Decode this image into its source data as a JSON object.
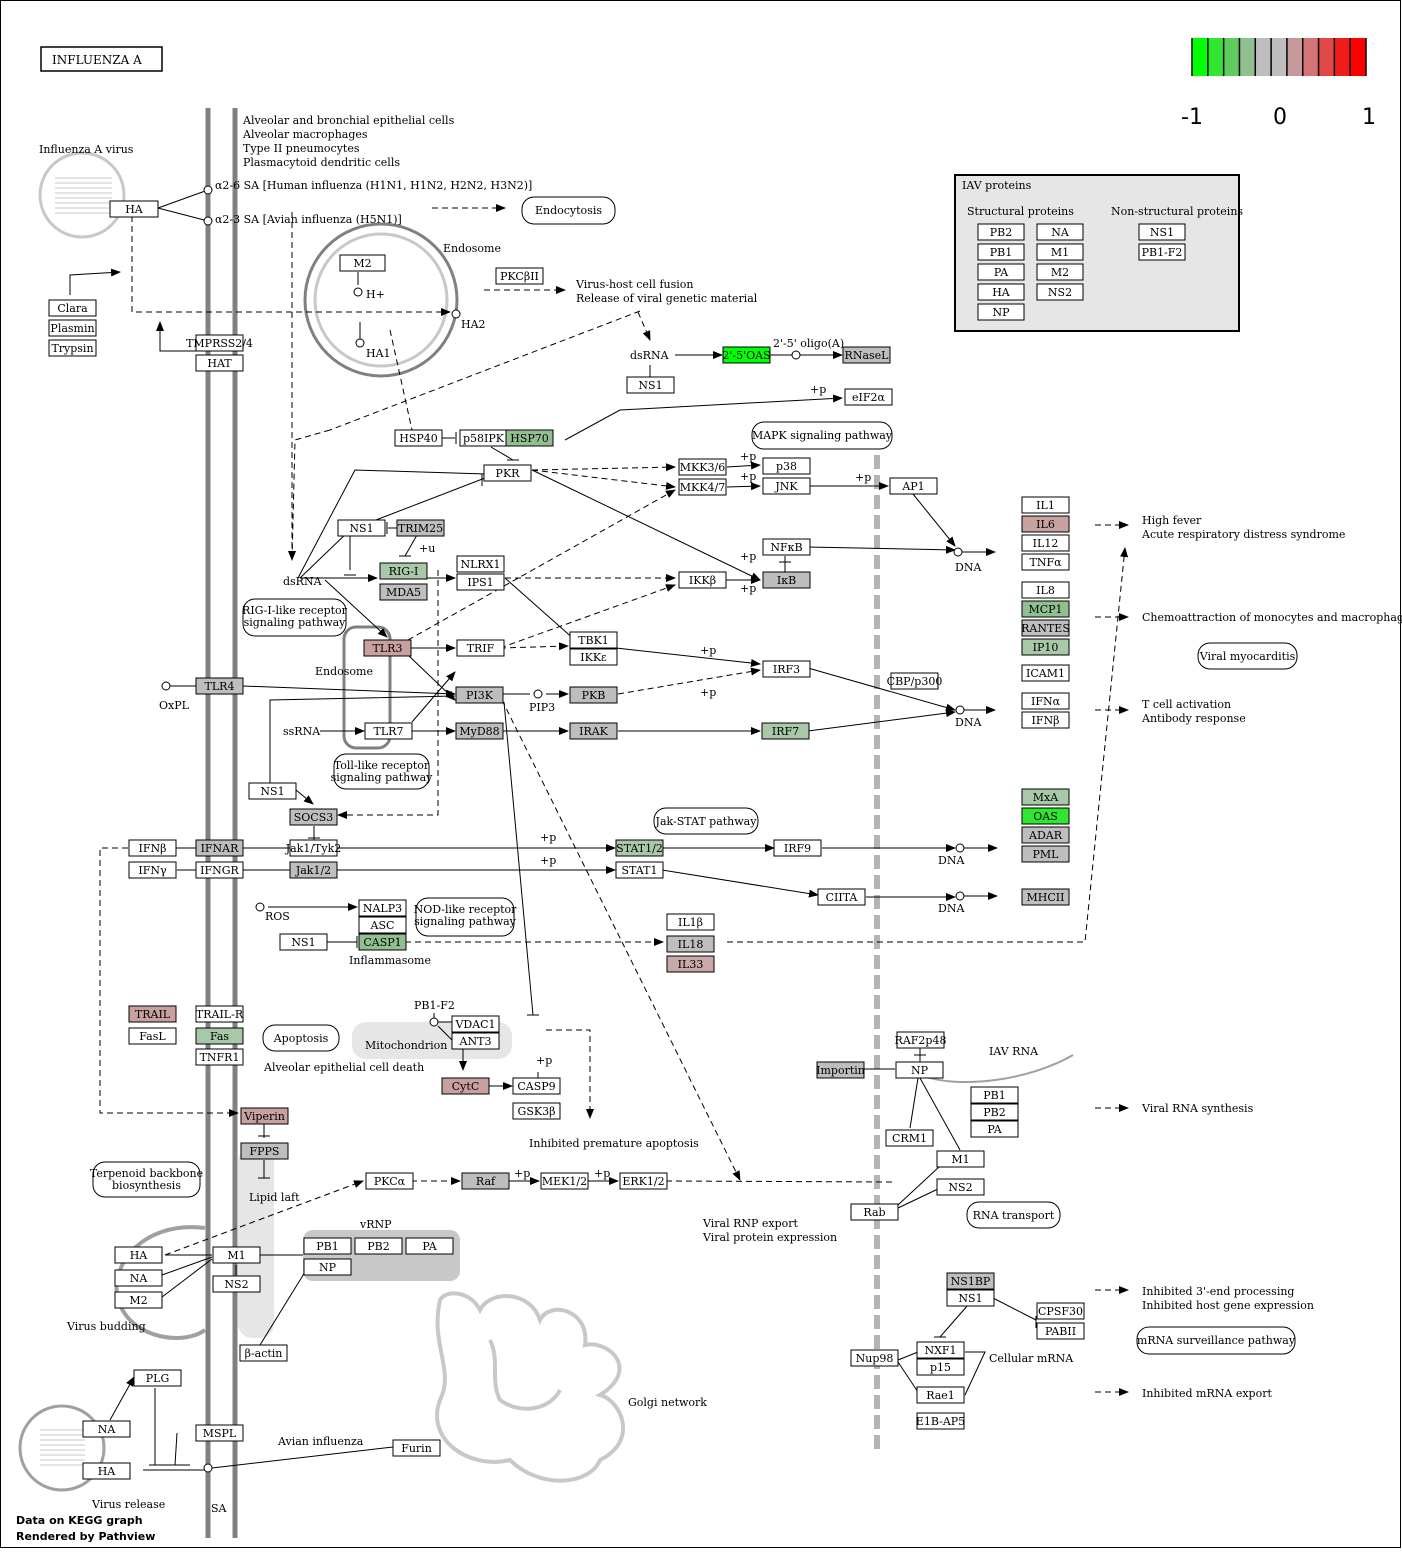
{
  "title": "INFLUENZA A",
  "legend": {
    "colors": [
      "#00ff00",
      "#30e630",
      "#60cc60",
      "#90c090",
      "#bebebe",
      "#bebebe",
      "#c69a9a",
      "#d47474",
      "#e04848",
      "#f01c1c",
      "#ff0000"
    ],
    "labels": [
      "-1",
      "0",
      "1"
    ]
  },
  "iav_box": {
    "title": "IAV proteins",
    "structural_heading": "Structural proteins",
    "nonstructural_heading": "Non-structural proteins",
    "structural": [
      "PB2",
      "PB1",
      "PA",
      "HA",
      "NP",
      "NA",
      "M1",
      "M2",
      "NS2"
    ],
    "nonstructural": [
      "NS1",
      "PB1-F2"
    ]
  },
  "texts": [
    "Influenza A virus",
    "Alveolar and bronchial epithelial cells",
    "Alveolar macrophages",
    "Type II pneumocytes",
    "Plasmacytoid dendritic cells",
    "α2-6 SA  [Human influenza (H1N1, H1N2, H2N2, H3N2)]",
    "α2-3 SA  [Avian influenza (H5N1)]",
    "Endosome",
    "H+",
    "HA2",
    "HA1",
    "Virus-host cell fusion",
    "Release of viral genetic material",
    "dsRNA",
    "2'-5' oligo(A)",
    "+p",
    "+u",
    "dsRNA",
    "Endosome",
    "OxPL",
    "ssRNA",
    "PIP3",
    "DNA",
    "DNA",
    "DNA",
    "DNA",
    "High fever",
    "Acute respiratory distress syndrome",
    "Chemoattraction of monocytes and macrophages",
    "T cell activation",
    "Antibody response",
    "ROS",
    "Inflammasome",
    "PB1-F2",
    "Alveolar epithelial cell death",
    "Inhibited premature apoptosis",
    "IAV RNA",
    "Viral RNA synthesis",
    "Lipid laft",
    "vRNP",
    "Viral RNP export",
    "Viral protein expression",
    "Virus budding",
    "Golgi network",
    "Cellular mRNA",
    "Inhibited 3'-end processing",
    "Inhibited host gene expression",
    "Inhibited mRNA export",
    "Avian influenza",
    "Virus release",
    "SA",
    "Mitochondrion"
  ],
  "pathway_refs": [
    "Endocytosis",
    "MAPK signaling pathway",
    "RIG-I-like receptor signaling pathway",
    "Toll-like receptor signaling pathway",
    "Jak-STAT pathway",
    "NOD-like receptor signaling pathway",
    "Viral myocarditis",
    "Apoptosis",
    "Terpenoid backbone biosynthesis",
    "RNA transport",
    "mRNA surveillance pathway"
  ],
  "nodes": [
    {
      "label": "HA",
      "fill": "#ffffff"
    },
    {
      "label": "Clara",
      "fill": "#ffffff"
    },
    {
      "label": "Plasmin",
      "fill": "#ffffff"
    },
    {
      "label": "Trypsin",
      "fill": "#ffffff"
    },
    {
      "label": "TMPRSS2/4",
      "fill": "#ffffff"
    },
    {
      "label": "HAT",
      "fill": "#ffffff"
    },
    {
      "label": "M2",
      "fill": "#ffffff"
    },
    {
      "label": "PKCβII",
      "fill": "#ffffff"
    },
    {
      "label": "2'-5'OAS",
      "fill": "#00ff00"
    },
    {
      "label": "RNaseL",
      "fill": "#bebebe"
    },
    {
      "label": "NS1",
      "fill": "#ffffff"
    },
    {
      "label": "eIF2α",
      "fill": "#ffffff"
    },
    {
      "label": "HSP40",
      "fill": "#ffffff"
    },
    {
      "label": "p58IPK",
      "fill": "#ffffff"
    },
    {
      "label": "HSP70",
      "fill": "#90c090"
    },
    {
      "label": "PKR",
      "fill": "#ffffff"
    },
    {
      "label": "MKK3/6",
      "fill": "#ffffff"
    },
    {
      "label": "MKK4/7",
      "fill": "#ffffff"
    },
    {
      "label": "p38",
      "fill": "#ffffff"
    },
    {
      "label": "JNK",
      "fill": "#ffffff"
    },
    {
      "label": "AP1",
      "fill": "#ffffff"
    },
    {
      "label": "NS1",
      "fill": "#ffffff"
    },
    {
      "label": "TRIM25",
      "fill": "#bebebe"
    },
    {
      "label": "RIG-I",
      "fill": "#a8c8a8"
    },
    {
      "label": "MDA5",
      "fill": "#bebebe"
    },
    {
      "label": "NLRX1",
      "fill": "#ffffff"
    },
    {
      "label": "IPS1",
      "fill": "#ffffff"
    },
    {
      "label": "IKKβ",
      "fill": "#ffffff"
    },
    {
      "label": "NFκB",
      "fill": "#ffffff"
    },
    {
      "label": "IκB",
      "fill": "#bebebe"
    },
    {
      "label": "IL1",
      "fill": "#ffffff"
    },
    {
      "label": "IL6",
      "fill": "#c8a0a0"
    },
    {
      "label": "IL12",
      "fill": "#ffffff"
    },
    {
      "label": "TNFα",
      "fill": "#ffffff"
    },
    {
      "label": "IL8",
      "fill": "#ffffff"
    },
    {
      "label": "MCP1",
      "fill": "#90c090"
    },
    {
      "label": "RANTES",
      "fill": "#bebebe"
    },
    {
      "label": "IP10",
      "fill": "#a8c8a8"
    },
    {
      "label": "ICAM1",
      "fill": "#ffffff"
    },
    {
      "label": "IFNα",
      "fill": "#ffffff"
    },
    {
      "label": "IFNβ",
      "fill": "#ffffff"
    },
    {
      "label": "TLR3",
      "fill": "#c8a0a0"
    },
    {
      "label": "TRIF",
      "fill": "#ffffff"
    },
    {
      "label": "TBK1",
      "fill": "#ffffff"
    },
    {
      "label": "IKKε",
      "fill": "#ffffff"
    },
    {
      "label": "IRF3",
      "fill": "#ffffff"
    },
    {
      "label": "CBP/p300",
      "fill": "#ffffff"
    },
    {
      "label": "TLR4",
      "fill": "#bebebe"
    },
    {
      "label": "PI3K",
      "fill": "#bebebe"
    },
    {
      "label": "PKB",
      "fill": "#bebebe"
    },
    {
      "label": "TLR7",
      "fill": "#ffffff"
    },
    {
      "label": "MyD88",
      "fill": "#bebebe"
    },
    {
      "label": "IRAK",
      "fill": "#bebebe"
    },
    {
      "label": "IRF7",
      "fill": "#a8c8a8"
    },
    {
      "label": "NS1",
      "fill": "#ffffff"
    },
    {
      "label": "SOCS3",
      "fill": "#bebebe"
    },
    {
      "label": "IFNβ",
      "fill": "#ffffff"
    },
    {
      "label": "IFNAR",
      "fill": "#bebebe"
    },
    {
      "label": "Jak1/Tyk2",
      "fill": "#ffffff"
    },
    {
      "label": "STAT1/2",
      "fill": "#a8c8a8"
    },
    {
      "label": "IRF9",
      "fill": "#ffffff"
    },
    {
      "label": "IFNγ",
      "fill": "#ffffff"
    },
    {
      "label": "IFNGR",
      "fill": "#ffffff"
    },
    {
      "label": "Jak1/2",
      "fill": "#bebebe"
    },
    {
      "label": "STAT1",
      "fill": "#ffffff"
    },
    {
      "label": "CIITA",
      "fill": "#ffffff"
    },
    {
      "label": "MxA",
      "fill": "#a8c8a8"
    },
    {
      "label": "OAS",
      "fill": "#30e630"
    },
    {
      "label": "ADAR",
      "fill": "#bebebe"
    },
    {
      "label": "PML",
      "fill": "#bebebe"
    },
    {
      "label": "MHCII",
      "fill": "#bebebe"
    },
    {
      "label": "NALP3",
      "fill": "#ffffff"
    },
    {
      "label": "ASC",
      "fill": "#ffffff"
    },
    {
      "label": "NS1",
      "fill": "#ffffff"
    },
    {
      "label": "CASP1",
      "fill": "#90c090"
    },
    {
      "label": "IL1β",
      "fill": "#ffffff"
    },
    {
      "label": "IL18",
      "fill": "#bebebe"
    },
    {
      "label": "IL33",
      "fill": "#c8a8a8"
    },
    {
      "label": "TRAIL",
      "fill": "#c8a0a0"
    },
    {
      "label": "TRAIL-R",
      "fill": "#ffffff"
    },
    {
      "label": "FasL",
      "fill": "#ffffff"
    },
    {
      "label": "Fas",
      "fill": "#a8c8a8"
    },
    {
      "label": "TNFR1",
      "fill": "#ffffff"
    },
    {
      "label": "VDAC1",
      "fill": "#ffffff"
    },
    {
      "label": "ANT3",
      "fill": "#ffffff"
    },
    {
      "label": "CytC",
      "fill": "#c8a0a0"
    },
    {
      "label": "CASP9",
      "fill": "#ffffff"
    },
    {
      "label": "GSK3β",
      "fill": "#ffffff"
    },
    {
      "label": "RAF2p48",
      "fill": "#ffffff"
    },
    {
      "label": "Importin",
      "fill": "#bebebe"
    },
    {
      "label": "NP",
      "fill": "#ffffff"
    },
    {
      "label": "PB1",
      "fill": "#ffffff"
    },
    {
      "label": "PB2",
      "fill": "#ffffff"
    },
    {
      "label": "PA",
      "fill": "#ffffff"
    },
    {
      "label": "CRM1",
      "fill": "#ffffff"
    },
    {
      "label": "M1",
      "fill": "#ffffff"
    },
    {
      "label": "NS2",
      "fill": "#ffffff"
    },
    {
      "label": "Rab",
      "fill": "#ffffff"
    },
    {
      "label": "Viperin",
      "fill": "#c8a0a0"
    },
    {
      "label": "FPPS",
      "fill": "#bebebe"
    },
    {
      "label": "PKCα",
      "fill": "#ffffff"
    },
    {
      "label": "Raf",
      "fill": "#bebebe"
    },
    {
      "label": "MEK1/2",
      "fill": "#ffffff"
    },
    {
      "label": "ERK1/2",
      "fill": "#ffffff"
    },
    {
      "label": "HA",
      "fill": "#ffffff"
    },
    {
      "label": "NA",
      "fill": "#ffffff"
    },
    {
      "label": "M2",
      "fill": "#ffffff"
    },
    {
      "label": "M1",
      "fill": "#ffffff"
    },
    {
      "label": "NS2",
      "fill": "#ffffff"
    },
    {
      "label": "PB1",
      "fill": "#ffffff"
    },
    {
      "label": "PB2",
      "fill": "#ffffff"
    },
    {
      "label": "PA",
      "fill": "#ffffff"
    },
    {
      "label": "NP",
      "fill": "#ffffff"
    },
    {
      "label": "β-actin",
      "fill": "#ffffff"
    },
    {
      "label": "NS1BP",
      "fill": "#bebebe"
    },
    {
      "label": "NS1",
      "fill": "#ffffff"
    },
    {
      "label": "CPSF30",
      "fill": "#ffffff"
    },
    {
      "label": "PABII",
      "fill": "#ffffff"
    },
    {
      "label": "NXF1",
      "fill": "#ffffff"
    },
    {
      "label": "p15",
      "fill": "#ffffff"
    },
    {
      "label": "Nup98",
      "fill": "#ffffff"
    },
    {
      "label": "Rae1",
      "fill": "#ffffff"
    },
    {
      "label": "E1B-AP5",
      "fill": "#ffffff"
    },
    {
      "label": "PLG",
      "fill": "#ffffff"
    },
    {
      "label": "NA",
      "fill": "#ffffff"
    },
    {
      "label": "HA",
      "fill": "#ffffff"
    },
    {
      "label": "MSPL",
      "fill": "#ffffff"
    },
    {
      "label": "Furin",
      "fill": "#ffffff"
    }
  ],
  "footer": [
    "Data on KEGG graph",
    "Rendered by  Pathview"
  ]
}
